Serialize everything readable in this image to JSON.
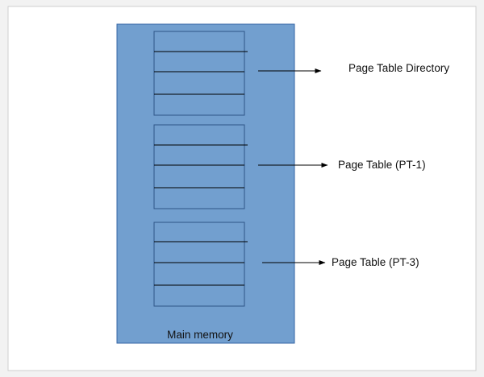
{
  "colors": {
    "page_border": "#cfcfcf",
    "paper": "#ffffff",
    "memory_fill": "#729fcf",
    "memory_stroke": "#3465a4",
    "table_stroke": "#2f5487",
    "line": "#000000"
  },
  "memory": {
    "caption": "Main memory"
  },
  "tables": [
    {
      "label": "Page Table Directory",
      "rows": 4
    },
    {
      "label": "Page Table (PT-1)",
      "rows": 4
    },
    {
      "label": "Page Table (PT-3)",
      "rows": 4
    }
  ]
}
